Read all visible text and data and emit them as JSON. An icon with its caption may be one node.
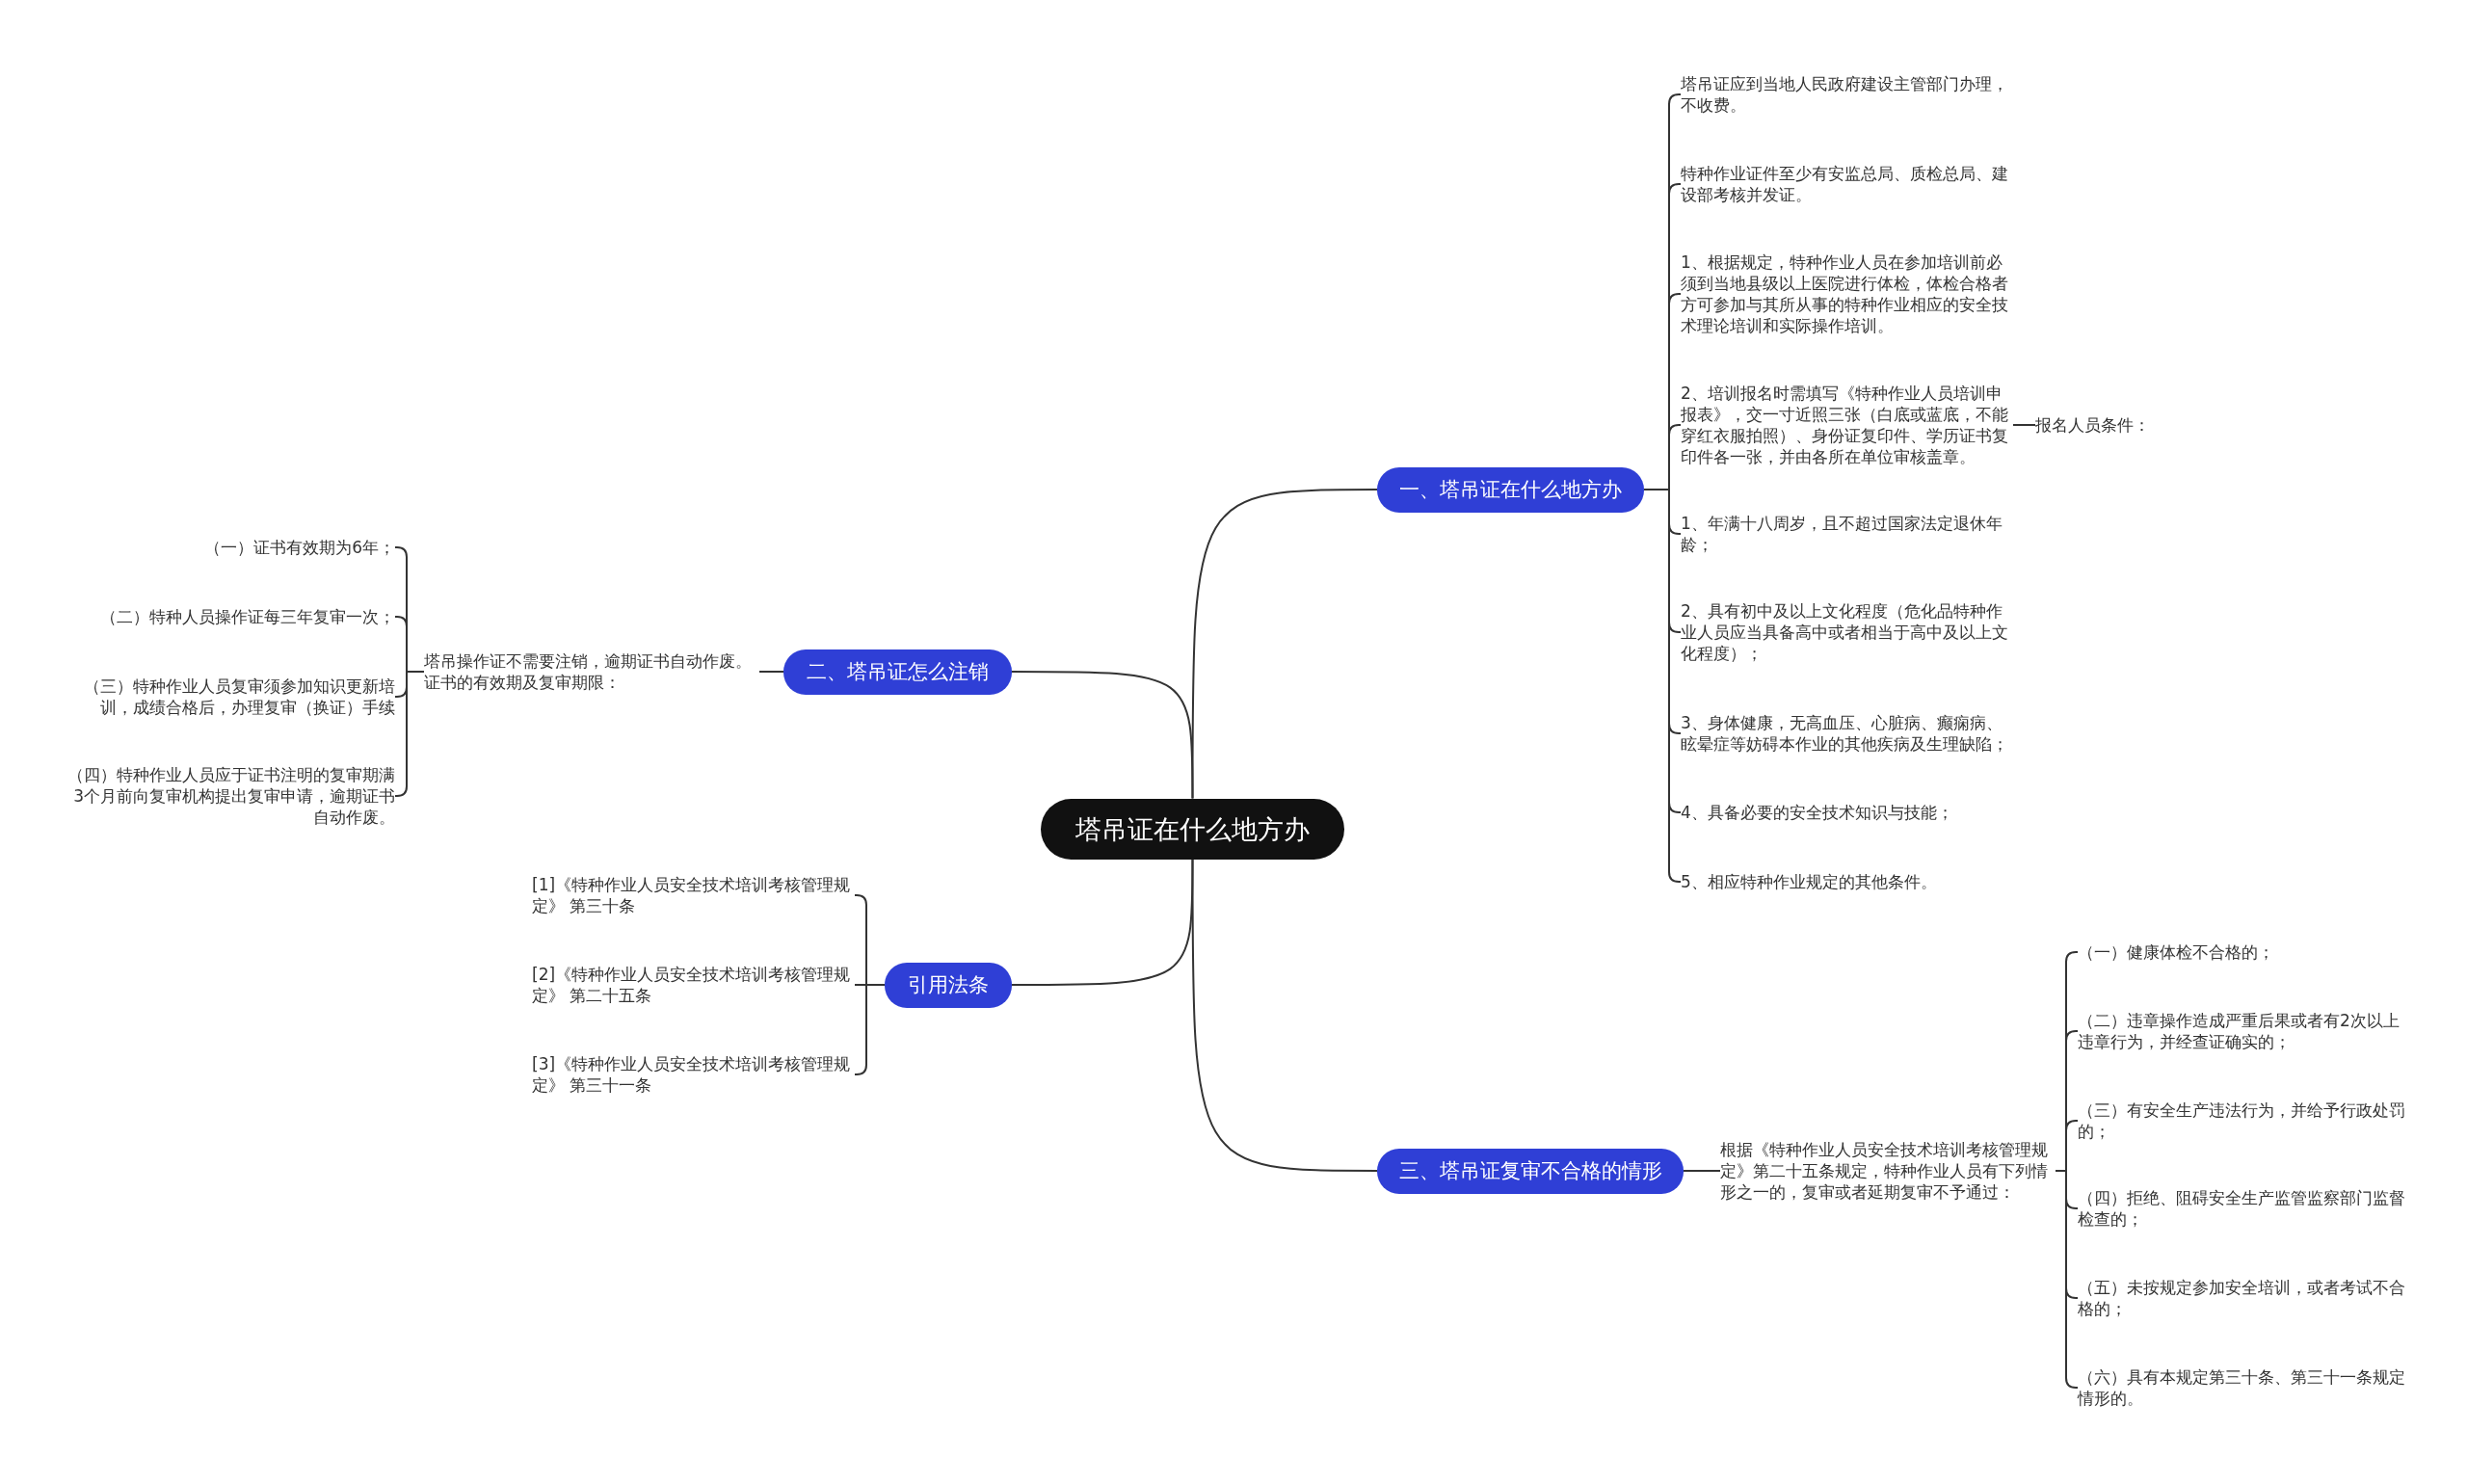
{
  "diagram": {
    "nodes": [
      {
        "text": [
          "塔吊证在什么地方办"
        ]
      },
      {
        "text": [
          "一、塔吊证在什么地方办"
        ]
      },
      {
        "text": [
          "塔吊证应到当地人民政府建设主管部门办理，不收费。"
        ]
      },
      {
        "text": [
          "特种作业证件至少有安监总局、质检总局、建设部考核并发证。"
        ]
      },
      {
        "text": [
          "1、根据规定，特种作业人员在参加培训前必须到当地县级以上医院进行体检，体检合格者方可参加与其所从事的特种作业相应的安全技术理论培训和实际操作培训。"
        ]
      },
      {
        "text": [
          "2、培训报名时需填写《特种作业人员培训申报表》，交一寸近照三张（白底或蓝底，不能穿红衣服拍照）、身份证复印件、学历证书复印件各一张，并由各所在单位审核盖章。"
        ]
      },
      {
        "text": [
          "报名人员条件："
        ]
      },
      {
        "text": [
          "1、年满十八周岁，且不超过国家法定退休年龄；"
        ]
      },
      {
        "text": [
          "2、具有初中及以上文化程度（危化品特种作业人员应当具备高中或者相当于高中及以上文化程度）；"
        ]
      },
      {
        "text": [
          "3、身体健康，无高血压、心脏病、癫痫病、眩晕症等妨碍本作业的其他疾病及生理缺陷；"
        ]
      },
      {
        "text": [
          "4、具备必要的安全技术知识与技能；"
        ]
      },
      {
        "text": [
          "5、相应特种作业规定的其他条件。"
        ]
      },
      {
        "text": [
          "二、塔吊证怎么注销"
        ]
      },
      {
        "text": [
          "塔吊操作证不需要注销，逾期证书自动作废。证书的有效期及复审期限："
        ]
      },
      {
        "text": [
          "（一）证书有效期为6年；"
        ]
      },
      {
        "text": [
          "（二）特种人员操作证每三年复审一次；"
        ]
      },
      {
        "text": [
          "（三）特种作业人员复审须参加知识更新培训，成绩合格后，办理复审（换证）手续"
        ]
      },
      {
        "text": [
          "（四）特种作业人员应于证书注明的复审期满3个月前向复审机构提出复审申请，逾期证书自动作废。"
        ]
      },
      {
        "text": [
          "引用法条"
        ]
      },
      {
        "text": [
          "[1]《特种作业人员安全技术培训考核管理规定》 第三十条"
        ]
      },
      {
        "text": [
          "[2]《特种作业人员安全技术培训考核管理规定》 第二十五条"
        ]
      },
      {
        "text": [
          "[3]《特种作业人员安全技术培训考核管理规定》 第三十一条"
        ]
      },
      {
        "text": [
          "三、塔吊证复审不合格的情形"
        ]
      },
      {
        "text": [
          "根据《特种作业人员安全技术培训考核管理规定》第二十五条规定，特种作业人员有下列情形之一的，复审或者延期复审不予通过："
        ]
      },
      {
        "text": [
          "（一）健康体检不合格的；"
        ]
      },
      {
        "text": [
          "（二）违章操作造成严重后果或者有2次以上违章行为，并经查证确实的；"
        ]
      },
      {
        "text": [
          "（三）有安全生产违法行为，并给予行政处罚的；"
        ]
      },
      {
        "text": [
          "（四）拒绝、阻碍安全生产监管监察部门监督检查的；"
        ]
      },
      {
        "text": [
          "（五）未按规定参加安全培训，或者考试不合格的；"
        ]
      },
      {
        "text": [
          "（六）具有本规定第三十条、第三十一条规定情形的。"
        ]
      }
    ],
    "edges": [
      {
        "from": 0,
        "to": 1,
        "arrow": "none"
      },
      {
        "from": 1,
        "to": 2,
        "arrow": "none"
      },
      {
        "from": 1,
        "to": 3,
        "arrow": "none"
      },
      {
        "from": 1,
        "to": 4,
        "arrow": "none"
      },
      {
        "from": 1,
        "to": 5,
        "arrow": "none"
      },
      {
        "from": 5,
        "to": 6,
        "arrow": "none"
      },
      {
        "from": 1,
        "to": 7,
        "arrow": "none"
      },
      {
        "from": 1,
        "to": 8,
        "arrow": "none"
      },
      {
        "from": 1,
        "to": 9,
        "arrow": "none"
      },
      {
        "from": 1,
        "to": 10,
        "arrow": "none"
      },
      {
        "from": 1,
        "to": 11,
        "arrow": "none"
      },
      {
        "from": 0,
        "to": 12,
        "arrow": "none"
      },
      {
        "from": 12,
        "to": 13,
        "arrow": "none"
      },
      {
        "from": 13,
        "to": 14,
        "arrow": "none"
      },
      {
        "from": 13,
        "to": 15,
        "arrow": "none"
      },
      {
        "from": 13,
        "to": 16,
        "arrow": "none"
      },
      {
        "from": 13,
        "to": 17,
        "arrow": "none"
      },
      {
        "from": 0,
        "to": 18,
        "arrow": "none"
      },
      {
        "from": 18,
        "to": 19,
        "arrow": "none"
      },
      {
        "from": 18,
        "to": 20,
        "arrow": "none"
      },
      {
        "from": 18,
        "to": 21,
        "arrow": "none"
      },
      {
        "from": 0,
        "to": 22,
        "arrow": "none"
      },
      {
        "from": 22,
        "to": 23,
        "arrow": "none"
      },
      {
        "from": 23,
        "to": 24,
        "arrow": "none"
      },
      {
        "from": 23,
        "to": 25,
        "arrow": "none"
      },
      {
        "from": 23,
        "to": 26,
        "arrow": "none"
      },
      {
        "from": 23,
        "to": 27,
        "arrow": "none"
      },
      {
        "from": 23,
        "to": 28,
        "arrow": "none"
      },
      {
        "from": 23,
        "to": 29,
        "arrow": "none"
      }
    ]
  }
}
